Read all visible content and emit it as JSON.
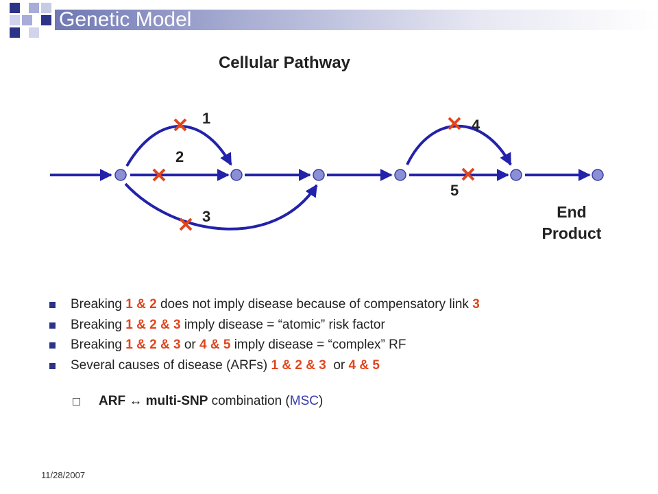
{
  "header": {
    "title": "Genetic Model"
  },
  "diagram": {
    "subtitle": "Cellular Pathway",
    "labels": {
      "l1": "1",
      "l2": "2",
      "l3": "3",
      "l4": "4",
      "l5": "5"
    },
    "end_product_line1": "End",
    "end_product_line2": "Product",
    "colors": {
      "arrow": "#2222aa",
      "node": "#8b8fd6",
      "break_mark": "#e0461e"
    }
  },
  "bullets": [
    {
      "pre": "Breaking ",
      "h1": "1 & 2",
      "post": " does not imply disease because of compensatory link ",
      "h2": "3"
    },
    {
      "pre": "Breaking ",
      "h1": "1 & 2 & 3",
      "post": " imply disease = “atomic” risk factor"
    },
    {
      "pre": "Breaking ",
      "h1": "1 & 2 & 3",
      "mid": " or ",
      "h2": "4 & 5",
      "post": " imply disease = “complex” RF"
    },
    {
      "pre": "Several causes of disease (ARFs) ",
      "h1": "1 & 2 & 3",
      "mid": "  or ",
      "h2": "4 & 5"
    }
  ],
  "summary": {
    "arf": "ARF",
    "arrow": "↔",
    "msnp": "multi-SNP",
    "rest": " combination (",
    "msc": "MSC",
    "close": ")"
  },
  "footer": {
    "date": "11/28/2007"
  }
}
